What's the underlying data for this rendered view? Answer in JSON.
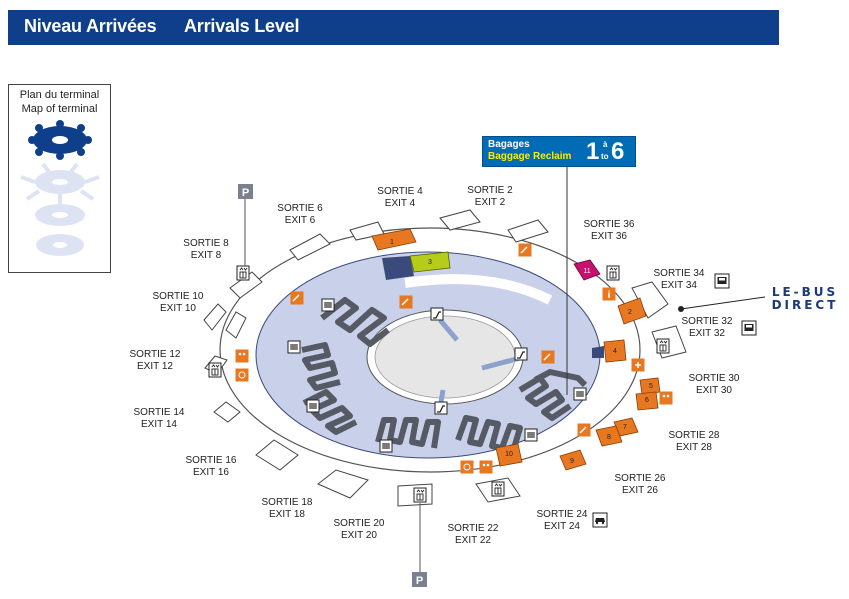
{
  "header": {
    "title_fr": "Niveau Arrivées",
    "title_en": "Arrivals Level"
  },
  "plan": {
    "line1": "Plan du terminal",
    "line2": "Map of terminal"
  },
  "baggage": {
    "label_fr": "Bagages",
    "label_en": "Baggage Reclaim",
    "from": "1",
    "sep_top": "à",
    "sep_bottom": "to",
    "to": "6"
  },
  "bus": {
    "line1": "LE-BUS",
    "line2": "DIRECT"
  },
  "parking": {
    "top": "P",
    "bottom": "P"
  },
  "exits": [
    {
      "fr": "SORTIE 2",
      "en": "EXIT 2"
    },
    {
      "fr": "SORTIE 4",
      "en": "EXIT 4"
    },
    {
      "fr": "SORTIE 6",
      "en": "EXIT 6"
    },
    {
      "fr": "SORTIE 8",
      "en": "EXIT 8"
    },
    {
      "fr": "SORTIE 10",
      "en": "EXIT 10"
    },
    {
      "fr": "SORTIE 12",
      "en": "EXIT 12"
    },
    {
      "fr": "SORTIE 14",
      "en": "EXIT 14"
    },
    {
      "fr": "SORTIE 16",
      "en": "EXIT 16"
    },
    {
      "fr": "SORTIE 18",
      "en": "EXIT 18"
    },
    {
      "fr": "SORTIE 20",
      "en": "EXIT 20"
    },
    {
      "fr": "SORTIE 22",
      "en": "EXIT 22"
    },
    {
      "fr": "SORTIE 24",
      "en": "EXIT 24"
    },
    {
      "fr": "SORTIE 26",
      "en": "EXIT 26"
    },
    {
      "fr": "SORTIE 28",
      "en": "EXIT 28"
    },
    {
      "fr": "SORTIE 30",
      "en": "EXIT 30"
    },
    {
      "fr": "SORTIE 32",
      "en": "EXIT 32"
    },
    {
      "fr": "SORTIE 34",
      "en": "EXIT 34"
    },
    {
      "fr": "SORTIE 36",
      "en": "EXIT 36"
    }
  ],
  "counters": [
    "1",
    "2",
    "3",
    "4",
    "5",
    "6",
    "7",
    "8",
    "9",
    "10",
    "11"
  ],
  "colors": {
    "header": "#0f3f8a",
    "orange": "#e87722",
    "floor": "#c8d0ea",
    "belt": "#555a64",
    "navy": "#0f3f8a",
    "lime": "#b5cc18",
    "magenta": "#c8106e"
  }
}
